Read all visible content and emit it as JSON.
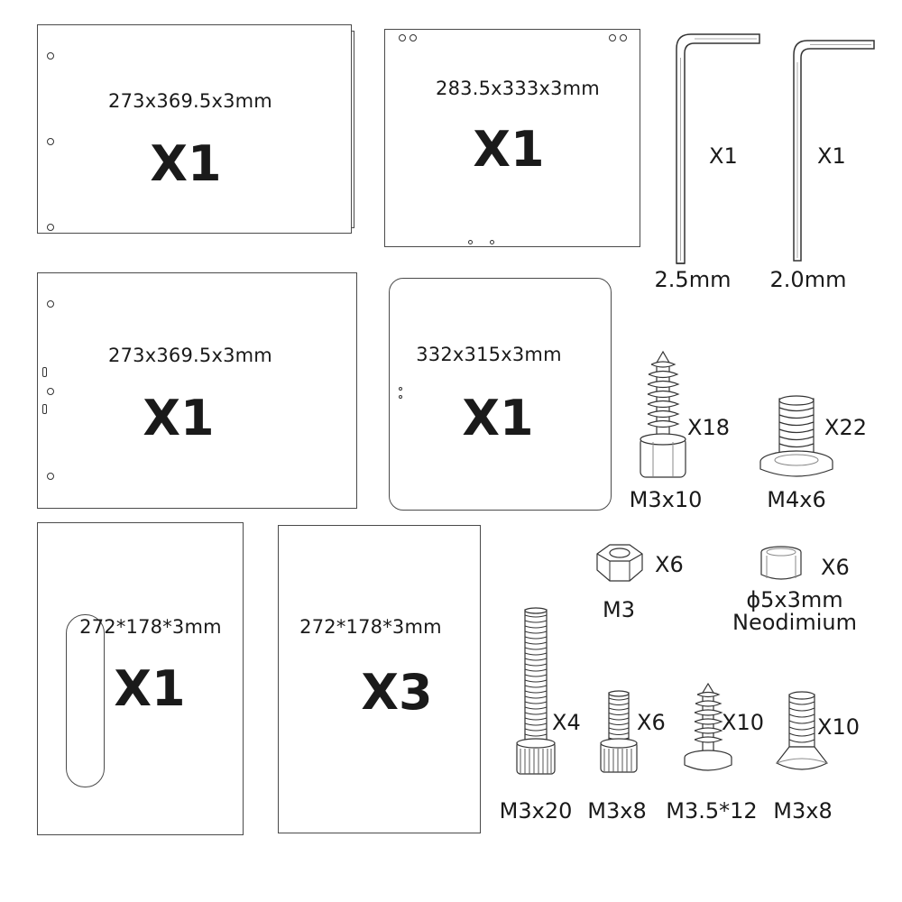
{
  "panels": [
    {
      "dims": "273x369.5x3mm",
      "qty": "X1"
    },
    {
      "dims": "283.5x333x3mm",
      "qty": "X1"
    },
    {
      "dims": "273x369.5x3mm",
      "qty": "X1"
    },
    {
      "dims": "332x315x3mm",
      "qty": "X1"
    },
    {
      "dims": "272*178*3mm",
      "qty": "X1"
    },
    {
      "dims": "272*178*3mm",
      "qty": "X3"
    }
  ],
  "hex_keys": [
    {
      "qty": "X1",
      "size": "2.5mm",
      "icon": "allen-key-icon"
    },
    {
      "qty": "X1",
      "size": "2.0mm",
      "icon": "allen-key-icon"
    }
  ],
  "hardware": [
    {
      "qty": "X18",
      "label": "M3x10",
      "icon": "self-tapping-screw-icon"
    },
    {
      "qty": "X22",
      "label": "M4x6",
      "icon": "flange-screw-icon"
    },
    {
      "qty": "X6",
      "label": "M3",
      "icon": "hex-nut-icon"
    },
    {
      "qty": "X6",
      "label": "ϕ5x3mm",
      "label2": "Neodimium",
      "icon": "magnet-icon"
    },
    {
      "qty": "X4",
      "label": "M3x20",
      "icon": "socket-cap-screw-icon"
    },
    {
      "qty": "X6",
      "label": "M3x8",
      "icon": "socket-cap-screw-icon"
    },
    {
      "qty": "X10",
      "label": "M3.5*12",
      "icon": "self-tapping-screw-icon"
    },
    {
      "qty": "X10",
      "label": "M3x8",
      "icon": "countersunk-screw-icon"
    }
  ]
}
